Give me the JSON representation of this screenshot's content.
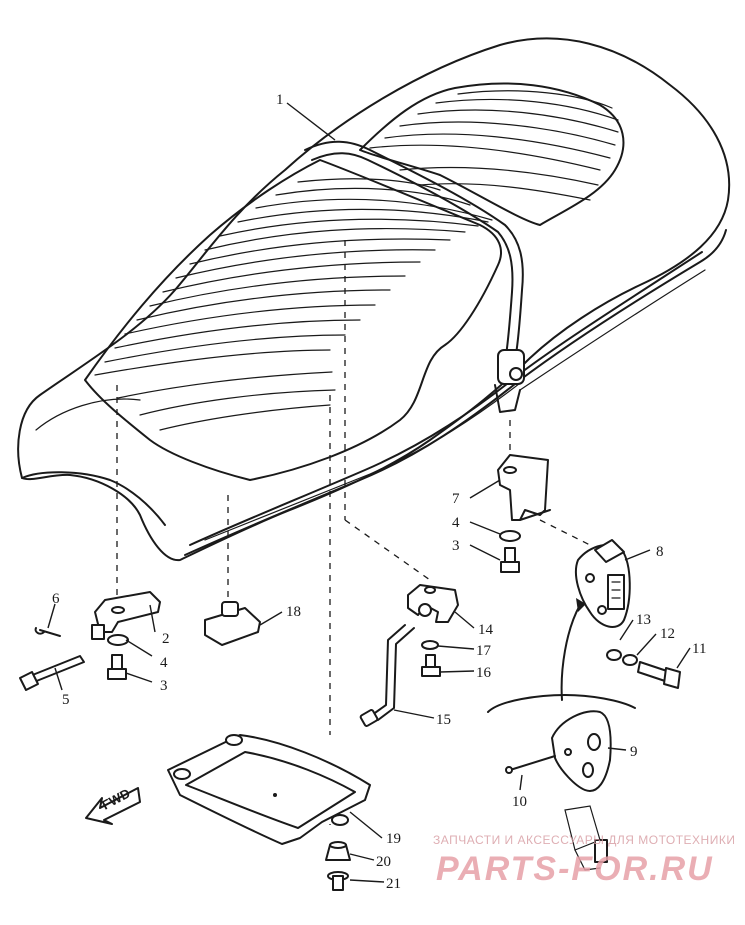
{
  "diagram": {
    "fwd_label": "FWD",
    "watermark": {
      "line1": "ЗАПЧАСТИ И АКСЕССУАРЫ ДЛЯ МОТОТЕХНИКИ",
      "line2": "PARTS-FOR.RU"
    },
    "parts": [
      {
        "id": "seat",
        "label": "1"
      },
      {
        "id": "front-bracket",
        "label": "2"
      },
      {
        "id": "bolt-left",
        "label": "3"
      },
      {
        "id": "washer-left",
        "label": "4"
      },
      {
        "id": "long-bolt",
        "label": "5"
      },
      {
        "id": "cotter-pin",
        "label": "6"
      },
      {
        "id": "rear-bracket",
        "label": "7"
      },
      {
        "id": "bolt-right",
        "label": "3"
      },
      {
        "id": "washer-right",
        "label": "4"
      },
      {
        "id": "seat-lock",
        "label": "8"
      },
      {
        "id": "lock-alt",
        "label": "9"
      },
      {
        "id": "pin",
        "label": "10"
      },
      {
        "id": "lock-bolt",
        "label": "11"
      },
      {
        "id": "lock-washer-12",
        "label": "12"
      },
      {
        "id": "lock-washer-13",
        "label": "13"
      },
      {
        "id": "damper",
        "label": "18"
      },
      {
        "id": "stay-bracket",
        "label": "14"
      },
      {
        "id": "stay-rod",
        "label": "15"
      },
      {
        "id": "stay-bolt",
        "label": "16"
      },
      {
        "id": "stay-washer",
        "label": "17"
      },
      {
        "id": "tray",
        "label": "19"
      },
      {
        "id": "grommet",
        "label": "20"
      },
      {
        "id": "screw",
        "label": "21"
      }
    ]
  }
}
